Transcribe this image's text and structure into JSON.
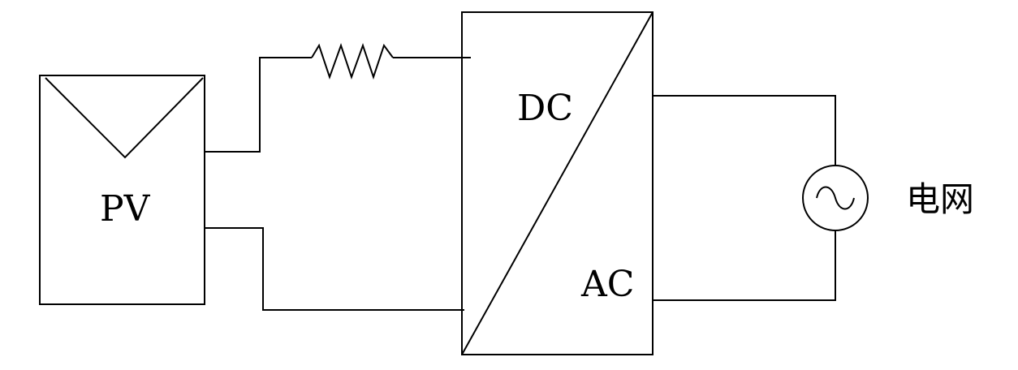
{
  "diagram": {
    "pv_label": "PV",
    "converter": {
      "dc_label": "DC",
      "ac_label": "AC"
    },
    "grid_label": "电网"
  },
  "colors": {
    "stroke": "#000000",
    "background": "#ffffff"
  }
}
